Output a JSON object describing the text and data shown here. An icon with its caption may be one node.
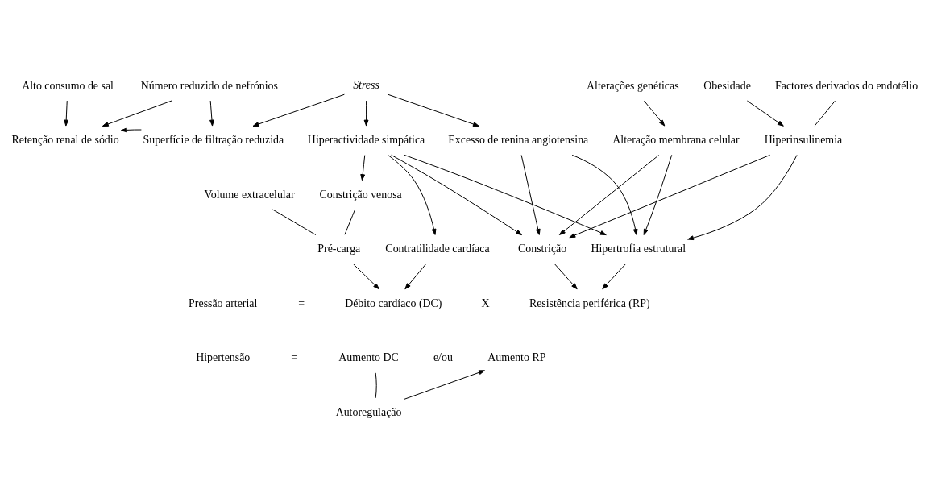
{
  "diagram": {
    "nodes": [
      {
        "text": [
          "Alto consumo de sal"
        ]
      },
      {
        "text": [
          "Número reduzido de nefrónios"
        ]
      },
      {
        "text": [
          "Stress"
        ]
      },
      {
        "text": [
          "Alterações genéticas"
        ]
      },
      {
        "text": [
          "Obesidade"
        ]
      },
      {
        "text": [
          "Factores derivados do endotélio"
        ]
      },
      {
        "text": [
          "Retenção renal de sódio"
        ]
      },
      {
        "text": [
          "Superfície de filtração reduzida"
        ]
      },
      {
        "text": [
          "Hiperactividade simpática"
        ]
      },
      {
        "text": [
          "Excesso de renina angiotensina"
        ]
      },
      {
        "text": [
          "Alteração membrana celular"
        ]
      },
      {
        "text": [
          "Hiperinsulinemia"
        ]
      },
      {
        "text": [
          "Volume extracelular"
        ]
      },
      {
        "text": [
          "Constrição venosa"
        ]
      },
      {
        "text": [
          "Pré-carga"
        ]
      },
      {
        "text": [
          "Contratilidade cardíaca"
        ]
      },
      {
        "text": [
          "Constrição"
        ]
      },
      {
        "text": [
          "Hipertrofia estrutural"
        ]
      },
      {
        "text": [
          "Pressão arterial"
        ]
      },
      {
        "text": [
          "Débito cardíaco (DC)"
        ]
      },
      {
        "text": [
          "Resistência periférica (RP)"
        ]
      },
      {
        "text": [
          "Hipertensão"
        ]
      },
      {
        "text": [
          "Aumento DC"
        ]
      },
      {
        "text": [
          "Aumento RP"
        ]
      },
      {
        "text": [
          "Autoregulação"
        ]
      }
    ],
    "edges": [
      {
        "from": 0,
        "to": 6,
        "arrow": "to"
      },
      {
        "from": 1,
        "to": 6,
        "arrow": "to"
      },
      {
        "from": 1,
        "to": 7,
        "arrow": "to"
      },
      {
        "from": 2,
        "to": 7,
        "arrow": "to"
      },
      {
        "from": 2,
        "to": 8,
        "arrow": "to"
      },
      {
        "from": 2,
        "to": 9,
        "arrow": "to"
      },
      {
        "from": 3,
        "to": 10,
        "arrow": "to"
      },
      {
        "from": 4,
        "to": 11,
        "arrow": "to"
      },
      {
        "from": 5,
        "to": 11,
        "arrow": "none"
      },
      {
        "from": 7,
        "to": 6,
        "arrow": "to"
      },
      {
        "from": 8,
        "to": 13,
        "arrow": "to"
      },
      {
        "from": 8,
        "to": 15,
        "arrow": "to"
      },
      {
        "from": 8,
        "to": 16,
        "arrow": "to"
      },
      {
        "from": 8,
        "to": 17,
        "arrow": "to"
      },
      {
        "from": 9,
        "to": 16,
        "arrow": "to"
      },
      {
        "from": 9,
        "to": 17,
        "arrow": "to"
      },
      {
        "from": 10,
        "to": 16,
        "arrow": "to"
      },
      {
        "from": 10,
        "to": 17,
        "arrow": "to"
      },
      {
        "from": 11,
        "to": 16,
        "arrow": "to"
      },
      {
        "from": 11,
        "to": 17,
        "arrow": "to"
      },
      {
        "from": 12,
        "to": 14,
        "arrow": "none"
      },
      {
        "from": 13,
        "to": 14,
        "arrow": "none"
      },
      {
        "from": 14,
        "to": 19,
        "arrow": "to"
      },
      {
        "from": 15,
        "to": 19,
        "arrow": "to"
      },
      {
        "from": 16,
        "to": 20,
        "arrow": "to"
      },
      {
        "from": 17,
        "to": 20,
        "arrow": "to"
      },
      {
        "from": 22,
        "to": 24,
        "arrow": "none"
      },
      {
        "from": 24,
        "to": 23,
        "arrow": "to"
      }
    ],
    "labels": [
      "=",
      "X",
      "=",
      "e/ou"
    ]
  }
}
